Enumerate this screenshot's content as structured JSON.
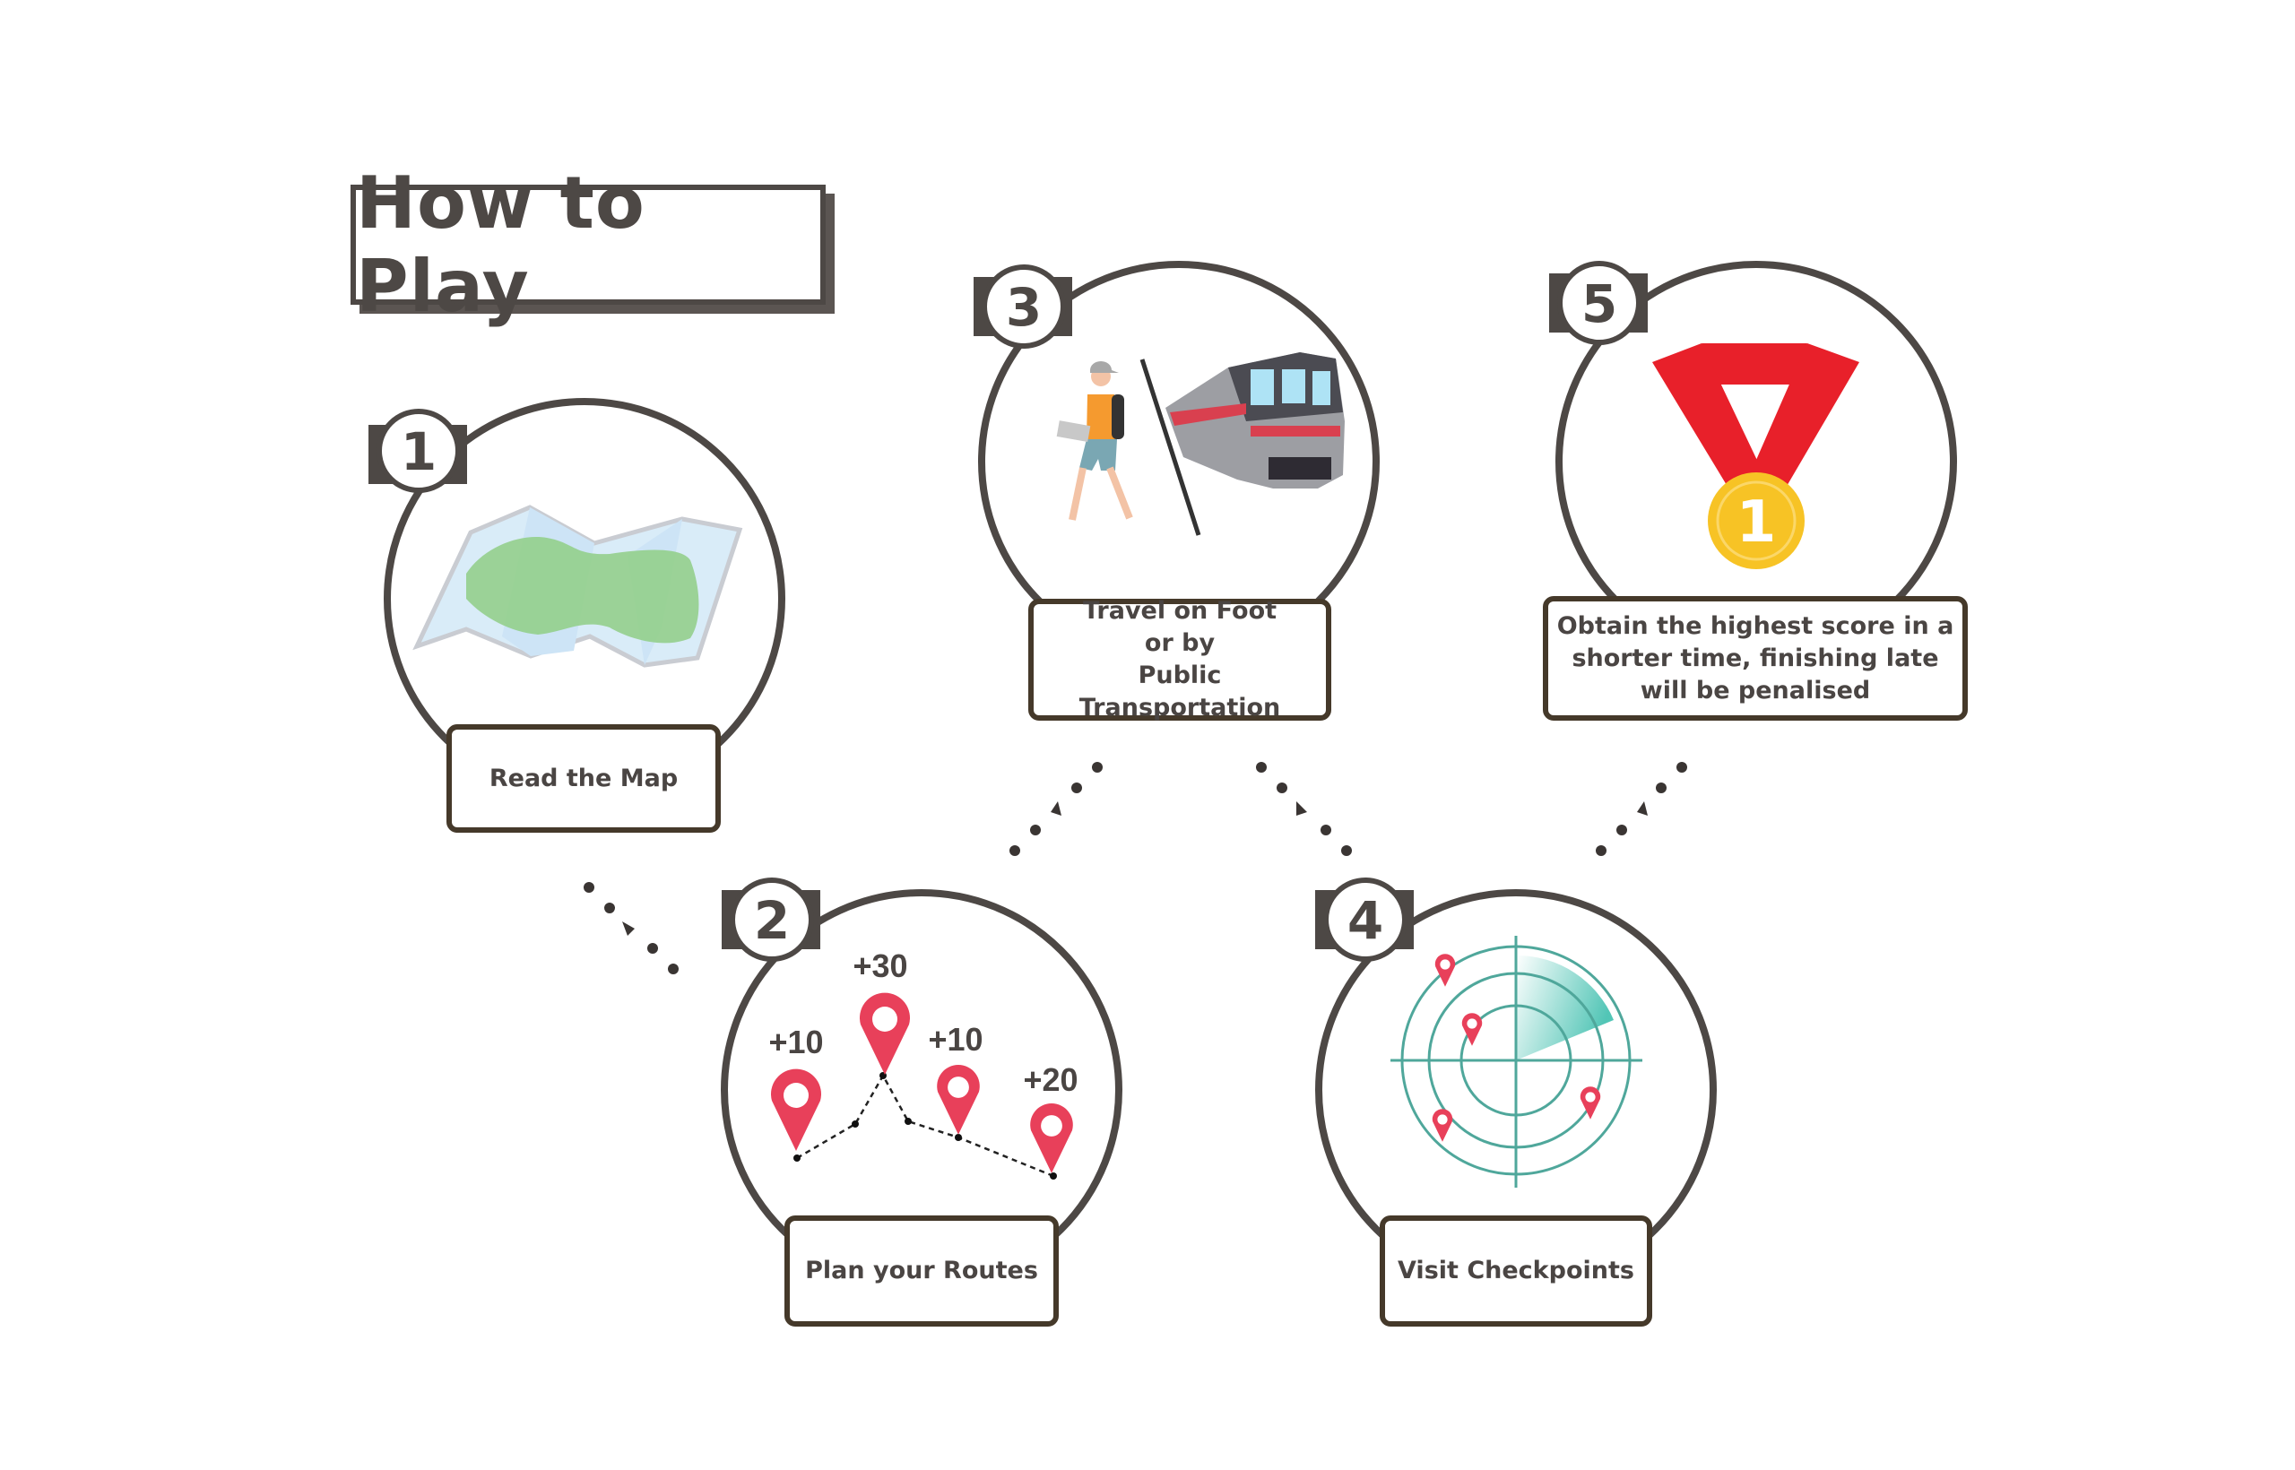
{
  "title": "How to Play",
  "steps": [
    {
      "number": "1",
      "label": "Read the Map",
      "icon": "folded-map"
    },
    {
      "number": "2",
      "label": "Plan your Routes",
      "icon": "route-pins",
      "scores": [
        "+10",
        "+30",
        "+10",
        "+20"
      ]
    },
    {
      "number": "3",
      "label_lines": [
        "Travel on Foot",
        "or by",
        "Public Transportation"
      ],
      "icon": "walker-and-train"
    },
    {
      "number": "4",
      "label": "Visit Checkpoints",
      "icon": "radar"
    },
    {
      "number": "5",
      "label_lines": [
        "Obtain the highest score in a",
        "shorter time, finishing late",
        "will be penalised"
      ],
      "icon": "gold-medal",
      "medal_text": "1"
    }
  ],
  "colors": {
    "outline": "#4d4845",
    "label_border": "#45392a",
    "pin": "#e8405a",
    "radar": "#4fa79b",
    "ribbon": "#e8202a",
    "medal": "#f7c325"
  }
}
